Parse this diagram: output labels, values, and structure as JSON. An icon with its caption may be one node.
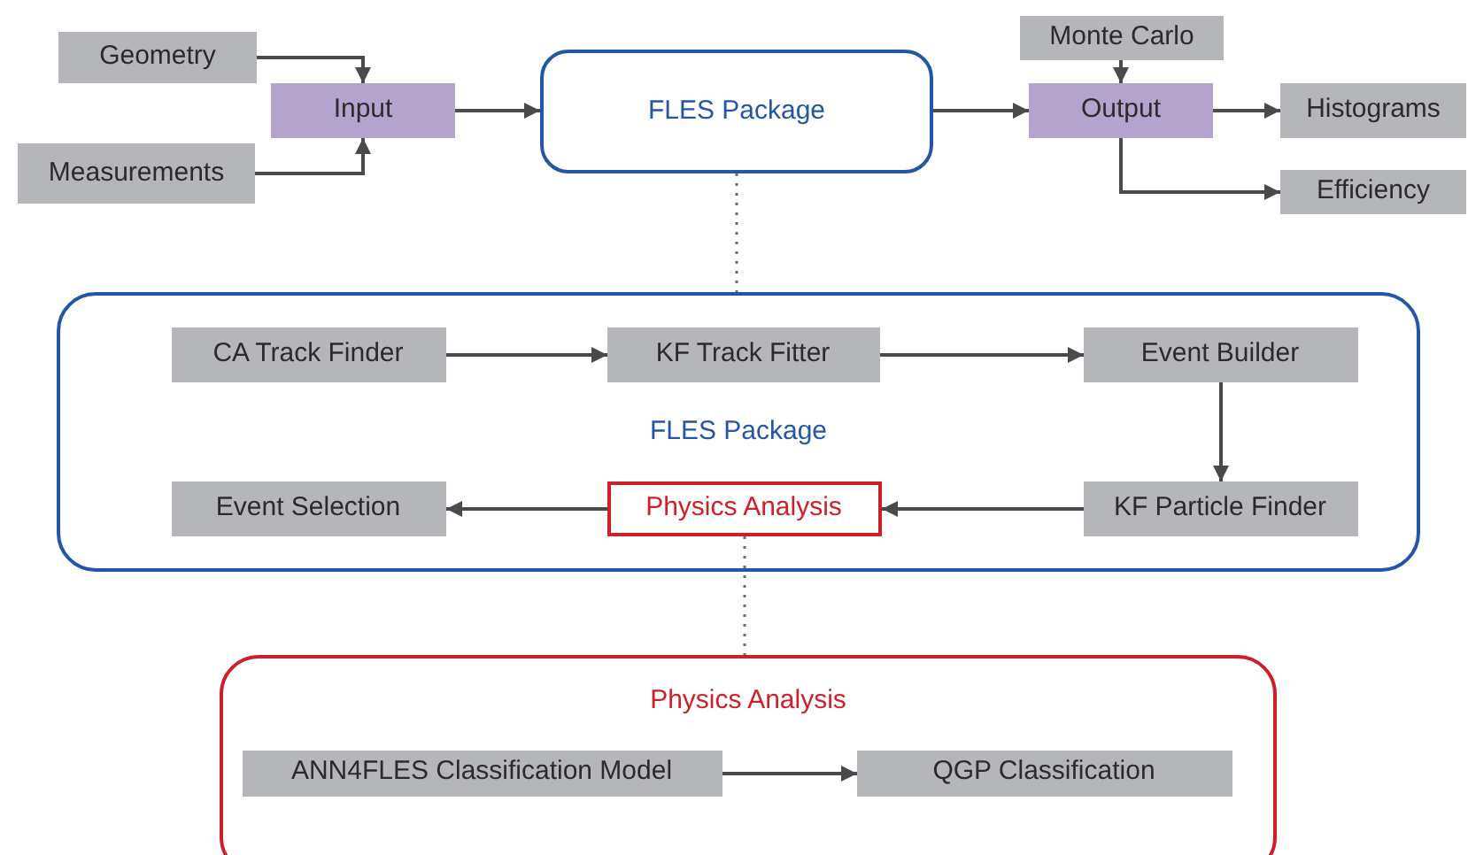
{
  "diagram": {
    "nodes": [
      {
        "text": [
          "Geometry"
        ]
      },
      {
        "text": [
          "Measurements"
        ]
      },
      {
        "text": [
          "Input"
        ]
      },
      {
        "text": [
          "FLES Package"
        ]
      },
      {
        "text": [
          "Monte Carlo"
        ]
      },
      {
        "text": [
          "Output"
        ]
      },
      {
        "text": [
          "Histograms"
        ]
      },
      {
        "text": [
          "Efficiency"
        ]
      },
      {
        "text": [
          "FLES Package"
        ]
      },
      {
        "text": [
          "CA Track Finder"
        ],
        "in": 8
      },
      {
        "text": [
          "KF Track Fitter"
        ],
        "in": 8
      },
      {
        "text": [
          "Event Builder"
        ],
        "in": 8
      },
      {
        "text": [
          "Event Selection"
        ],
        "in": 8
      },
      {
        "text": [
          "Physics Analysis"
        ],
        "in": 8
      },
      {
        "text": [
          "KF Particle Finder"
        ],
        "in": 8
      },
      {
        "text": [
          "Physics Analysis"
        ]
      },
      {
        "text": [
          "ANN4FLES Classification Model"
        ],
        "in": 15
      },
      {
        "text": [
          "QGP Classification"
        ],
        "in": 15
      }
    ],
    "edges": [
      {
        "from": 0,
        "to": 2,
        "arrow": "to"
      },
      {
        "from": 1,
        "to": 2,
        "arrow": "to"
      },
      {
        "from": 2,
        "to": 3,
        "arrow": "to"
      },
      {
        "from": 3,
        "to": 5,
        "arrow": "to"
      },
      {
        "from": 4,
        "to": 5,
        "arrow": "to"
      },
      {
        "from": 5,
        "to": 6,
        "arrow": "to"
      },
      {
        "from": 5,
        "to": 7,
        "arrow": "to"
      },
      {
        "from": 3,
        "to": 8,
        "arrow": "none",
        "style": "dashed"
      },
      {
        "from": 9,
        "to": 10,
        "arrow": "to"
      },
      {
        "from": 10,
        "to": 11,
        "arrow": "to"
      },
      {
        "from": 11,
        "to": 14,
        "arrow": "to"
      },
      {
        "from": 14,
        "to": 13,
        "arrow": "to"
      },
      {
        "from": 13,
        "to": 12,
        "arrow": "to"
      },
      {
        "from": 13,
        "to": 15,
        "arrow": "none",
        "style": "dashed"
      },
      {
        "from": 16,
        "to": 17,
        "arrow": "to"
      }
    ]
  }
}
